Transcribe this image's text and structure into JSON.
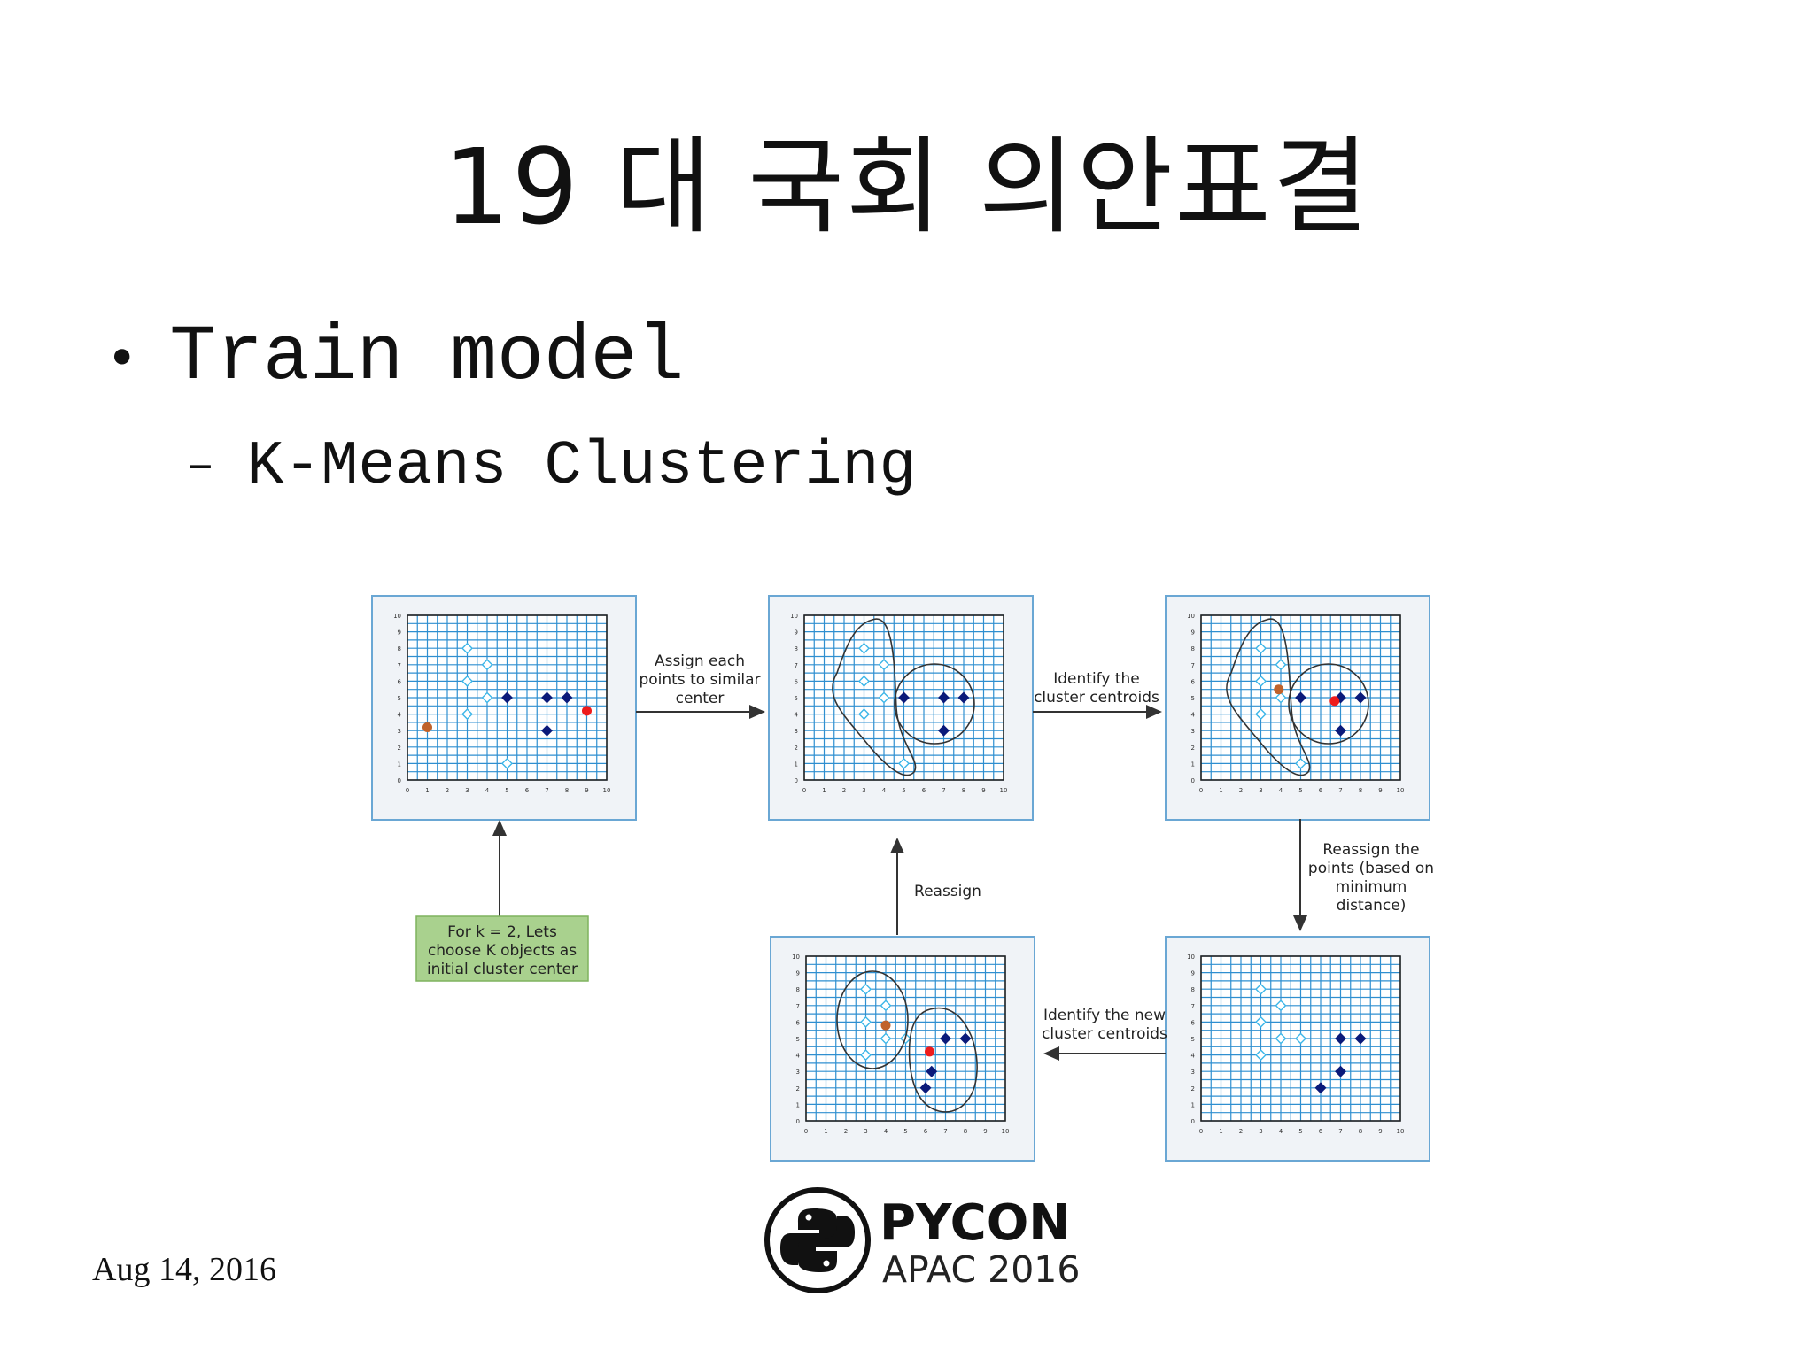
{
  "slide": {
    "title": "19 대 국회 의안표결",
    "bullet": "Train model",
    "sub_bullet": "K-Means Clustering",
    "date": "Aug 14, 2016"
  },
  "diagram": {
    "labels": {
      "assign": [
        "Assign each",
        "points to similar",
        "center"
      ],
      "identify": [
        "Identify the",
        "cluster centroids"
      ],
      "reassign_points": [
        "Reassign the",
        "points (based on",
        "minimum",
        "distance)"
      ],
      "identify_new": [
        "Identify the new",
        "cluster centroids"
      ],
      "reassign": "Reassign",
      "start_box": [
        "For k = 2, Lets",
        "choose K objects as",
        "initial cluster center"
      ]
    },
    "axis_ticks": [
      "0",
      "1",
      "2",
      "3",
      "4",
      "5",
      "6",
      "7",
      "8",
      "9",
      "10"
    ],
    "colors": {
      "grid": "#2f8fd0",
      "light_point": "#3cb6e8",
      "dark_point": "#0b1a7a",
      "centroid_a": "#c0622a",
      "centroid_b": "#ee1c1c",
      "panel_bg": "#f0f3f7",
      "panel_border": "#6aa7d4",
      "start_box_bg": "#a9d18e"
    },
    "panels": [
      {
        "light": [
          [
            3,
            8
          ],
          [
            4,
            7
          ],
          [
            3,
            6
          ],
          [
            4,
            5
          ],
          [
            3,
            4
          ],
          [
            5,
            1
          ]
        ],
        "dark": [
          [
            5,
            5
          ],
          [
            7,
            5
          ],
          [
            8,
            5
          ],
          [
            7,
            3
          ]
        ],
        "centroids": [
          [
            1,
            3.2,
            "a"
          ],
          [
            9,
            4.2,
            "b"
          ]
        ]
      },
      {
        "light": [
          [
            3,
            8
          ],
          [
            4,
            7
          ],
          [
            3,
            6
          ],
          [
            4,
            5
          ],
          [
            3,
            4
          ],
          [
            5,
            1
          ]
        ],
        "dark": [
          [
            5,
            5
          ],
          [
            7,
            5
          ],
          [
            8,
            5
          ],
          [
            7,
            3
          ]
        ],
        "centroids": []
      },
      {
        "light": [
          [
            3,
            8
          ],
          [
            4,
            7
          ],
          [
            3,
            6
          ],
          [
            4,
            5
          ],
          [
            3,
            4
          ],
          [
            5,
            1
          ]
        ],
        "dark": [
          [
            5,
            5
          ],
          [
            7,
            5
          ],
          [
            8,
            5
          ],
          [
            7,
            3
          ]
        ],
        "centroids": [
          [
            3.9,
            5.5,
            "a"
          ],
          [
            6.7,
            4.8,
            "b"
          ]
        ]
      },
      {
        "light": [
          [
            3,
            8
          ],
          [
            4,
            7
          ],
          [
            3,
            6
          ],
          [
            4,
            5
          ],
          [
            3,
            4
          ],
          [
            5,
            5
          ]
        ],
        "dark": [
          [
            7,
            5
          ],
          [
            8,
            5
          ],
          [
            7,
            3
          ],
          [
            6,
            2
          ]
        ],
        "centroids": []
      },
      {
        "light": [
          [
            3,
            8
          ],
          [
            4,
            7
          ],
          [
            3,
            6
          ],
          [
            4,
            5
          ],
          [
            3,
            4
          ],
          [
            5,
            5
          ]
        ],
        "dark": [
          [
            7,
            5
          ],
          [
            8,
            5
          ],
          [
            6.3,
            3
          ],
          [
            6,
            2
          ]
        ],
        "centroids": [
          [
            4,
            5.8,
            "a"
          ],
          [
            6.2,
            4.2,
            "b"
          ]
        ]
      }
    ]
  },
  "logo": {
    "word": "PYCON",
    "event": "APAC 2016"
  }
}
